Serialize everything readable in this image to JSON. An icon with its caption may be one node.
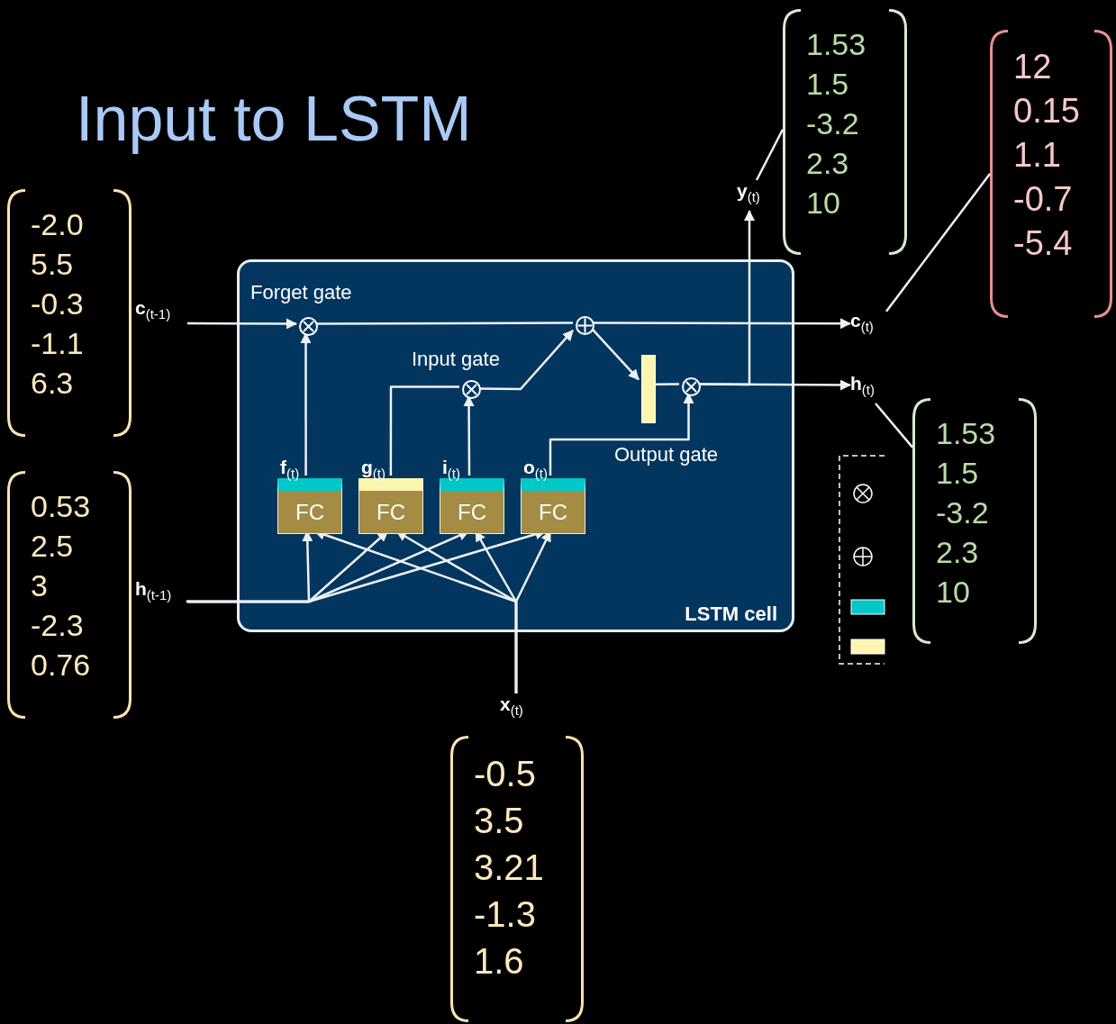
{
  "diagram": {
    "title": "Input to LSTM",
    "nodes": [
      {
        "text": [
          "LSTM cell"
        ]
      },
      {
        "text": [],
        "shape": "circle",
        "in": 0
      },
      {
        "text": [],
        "shape": "circle",
        "in": 0
      },
      {
        "text": [],
        "shape": "circle",
        "in": 0
      },
      {
        "text": [],
        "shape": "bar",
        "in": 0
      },
      {
        "text": [],
        "shape": "circle",
        "in": 0
      },
      {
        "text": [
          "FC"
        ],
        "beside": [
          "**f**$_{(t)}$"
        ],
        "in": 0
      },
      {
        "text": [
          "FC"
        ],
        "beside": [
          "**g**$_{(t)}$"
        ],
        "in": 0
      },
      {
        "text": [
          "FC"
        ],
        "beside": [
          "**i**$_{(t)}$"
        ],
        "in": 0
      },
      {
        "text": [
          "FC"
        ],
        "beside": [
          "**o**$_{(t)}$"
        ],
        "in": 0
      },
      {
        "text": [
          "**c**$_{(t-1)}$"
        ]
      },
      {
        "text": [
          "**h**$_{(t-1)}$"
        ]
      },
      {
        "text": [
          "**x**$_{(t)}$"
        ]
      },
      {
        "text": [
          "**c**$_{(t)}$"
        ]
      },
      {
        "text": [
          "**h**$_{(t)}$"
        ]
      },
      {
        "text": [
          "**y**$_{(t)}$"
        ]
      },
      {
        "text": [
          "-2.0",
          "5.5",
          "-0.3",
          "-1.1",
          "6.3"
        ]
      },
      {
        "text": [
          "0.53",
          "2.5",
          "3",
          "-2.3",
          "0.76"
        ]
      },
      {
        "text": [
          "-0.5",
          "3.5",
          "3.21",
          "-1.3",
          "1.6"
        ]
      },
      {
        "text": [
          "1.53",
          "1.5",
          "-3.2",
          "2.3",
          "10"
        ]
      },
      {
        "text": [
          "12",
          "0.15",
          "1.1",
          "-0.7",
          "-5.4"
        ]
      },
      {
        "text": [
          "1.53",
          "1.5",
          "-3.2",
          "2.3",
          "10"
        ]
      }
    ],
    "edges": [
      {
        "from": 10,
        "to": 1,
        "arrow": "to"
      },
      {
        "from": 1,
        "to": 2,
        "arrow": "none"
      },
      {
        "from": 2,
        "to": 13,
        "arrow": "to"
      },
      {
        "from": 2,
        "to": 4,
        "arrow": "to"
      },
      {
        "from": 4,
        "to": 5,
        "arrow": "none"
      },
      {
        "from": 5,
        "to": 14,
        "arrow": "to"
      },
      {
        "from": 5,
        "to": 15,
        "arrow": "to"
      },
      {
        "from": 6,
        "to": 1,
        "arrow": "to"
      },
      {
        "from": 7,
        "to": 3,
        "arrow": "none"
      },
      {
        "from": 8,
        "to": 3,
        "arrow": "to"
      },
      {
        "from": 3,
        "to": 2,
        "arrow": "to"
      },
      {
        "from": 9,
        "to": 5,
        "arrow": "to"
      },
      {
        "from": 11,
        "to": 6,
        "arrow": "to"
      },
      {
        "from": 11,
        "to": 7,
        "arrow": "to"
      },
      {
        "from": 11,
        "to": 8,
        "arrow": "to"
      },
      {
        "from": 11,
        "to": 9,
        "arrow": "to"
      },
      {
        "from": 12,
        "to": 6,
        "arrow": "to"
      },
      {
        "from": 12,
        "to": 7,
        "arrow": "to"
      },
      {
        "from": 12,
        "to": 8,
        "arrow": "to"
      },
      {
        "from": 12,
        "to": 9,
        "arrow": "to"
      },
      {
        "from": 19,
        "to": 15,
        "arrow": "none"
      },
      {
        "from": 20,
        "to": 13,
        "arrow": "none"
      },
      {
        "from": 21,
        "to": 14,
        "arrow": "none"
      }
    ],
    "labels": [
      "Forget gate",
      "Input gate",
      "Output gate"
    ]
  }
}
